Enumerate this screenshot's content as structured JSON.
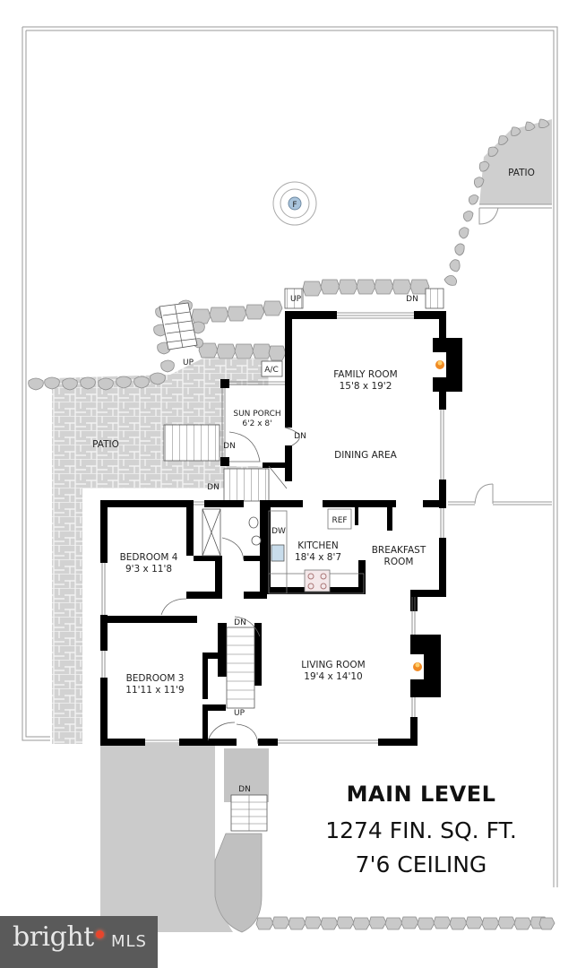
{
  "plan": {
    "title": "MAIN LEVEL",
    "area": "1274 FIN. SQ. FT.",
    "ceiling": "7'6 CEILING"
  },
  "rooms": {
    "family_room": {
      "name": "FAMILY ROOM",
      "dims": "15'8 x 19'2"
    },
    "dining_area": {
      "name": "DINING AREA"
    },
    "sun_porch": {
      "name": "SUN PORCH",
      "dims": "6'2 x 8'"
    },
    "kitchen": {
      "name": "KITCHEN",
      "dims": "18'4 x 8'7"
    },
    "breakfast_room": {
      "name": "BREAKFAST",
      "name2": "ROOM"
    },
    "bedroom4": {
      "name": "BEDROOM 4",
      "dims": "9'3 x 11'8"
    },
    "bedroom3": {
      "name": "BEDROOM 3",
      "dims": "11'11 x 11'9"
    },
    "living_room": {
      "name": "LIVING ROOM",
      "dims": "19'4 x 14'10"
    },
    "patio_left": {
      "name": "PATIO"
    },
    "patio_right": {
      "name": "PATIO"
    }
  },
  "fixtures": {
    "ac": "A/C",
    "ref": "REF",
    "dw": "DW",
    "fountain": "F"
  },
  "stairs": {
    "up_top": "UP",
    "dn_top": "DN",
    "up_patio": "UP",
    "dn_porch": "DN",
    "dn_family": "DN",
    "dn_patio_steps": "DN",
    "dn_hall": "DN",
    "up_hall": "UP",
    "dn_front": "DN"
  },
  "colors": {
    "wall": "#000000",
    "paving": "#d4d4d4",
    "stone": "#c8c8c8",
    "fire": "#f08a24",
    "fountain": "#a9c4dc"
  },
  "watermark": {
    "brand": "bright",
    "suffix": "MLS"
  }
}
